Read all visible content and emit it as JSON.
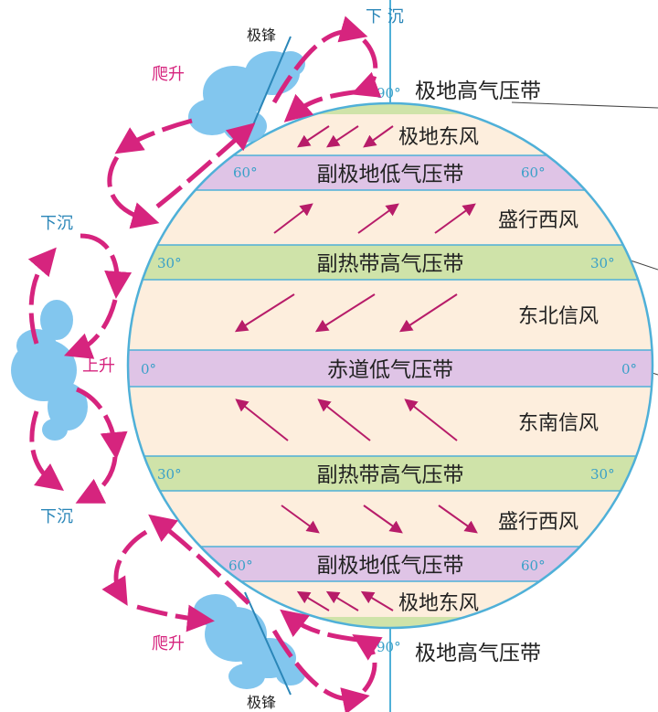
{
  "colors": {
    "disc_fill": "#fdeedd",
    "disc_stroke": "#4fb0d8",
    "low_band": "#dfc4e6",
    "high_band": "#cfe3a9",
    "arrow": "#d6247e",
    "thin_arrow": "#b71c69",
    "axis": "#4fb0d8",
    "cloud": "#7cc3ee"
  },
  "axis_labels": {
    "top": "下 沉",
    "pole_deg_top": "90°",
    "pole_deg_bottom": "90°"
  },
  "bands": [
    {
      "id": "polar-high-n",
      "label": "极地高气压带"
    },
    {
      "id": "subpolar-low-n",
      "label": "副极地低气压带",
      "deg_left": "60°",
      "deg_right": "60°"
    },
    {
      "id": "subtropical-high-n",
      "label": "副热带高气压带",
      "deg_left": "30°",
      "deg_right": "30°"
    },
    {
      "id": "equatorial-low",
      "label": "赤道低气压带",
      "deg_left": "0°",
      "deg_right": "0°"
    },
    {
      "id": "subtropical-high-s",
      "label": "副热带高气压带",
      "deg_left": "30°",
      "deg_right": "30°"
    },
    {
      "id": "subpolar-low-s",
      "label": "副极地低气压带",
      "deg_left": "60°",
      "deg_right": "60°"
    },
    {
      "id": "polar-high-s",
      "label": "极地高气压带"
    }
  ],
  "winds": [
    {
      "id": "polar-easterly-n",
      "label": "极地东风"
    },
    {
      "id": "westerly-n",
      "label": "盛行西风"
    },
    {
      "id": "ne-trade",
      "label": "东北信风"
    },
    {
      "id": "se-trade",
      "label": "东南信风"
    },
    {
      "id": "westerly-s",
      "label": "盛行西风"
    },
    {
      "id": "polar-easterly-s",
      "label": "极地东风"
    }
  ],
  "side_labels": {
    "climb_n": "爬升",
    "front_n": "极锋",
    "sink_30n": "下沉",
    "rise_eq": "上升",
    "sink_30s": "下沉",
    "climb_s": "爬升",
    "front_s": "极锋"
  }
}
